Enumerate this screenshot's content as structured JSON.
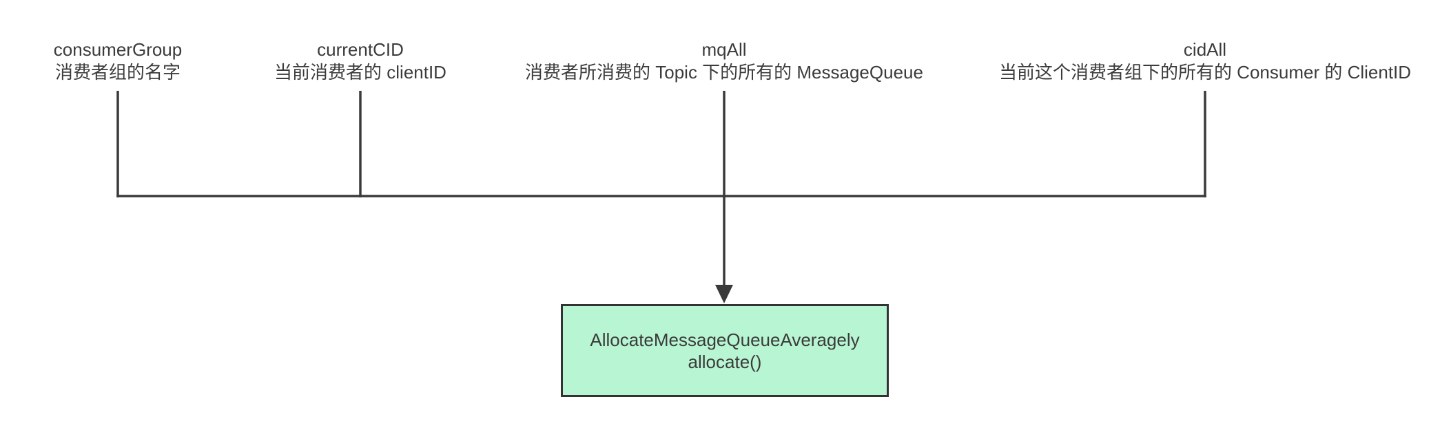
{
  "diagram": {
    "type": "parameter-flow-diagram",
    "parameters": [
      {
        "name": "consumerGroup",
        "desc": "消费者组的名字"
      },
      {
        "name": "currentCID",
        "desc": "当前消费者的 clientID"
      },
      {
        "name": "mqAll",
        "desc": "消费者所消费的 Topic 下的所有的 MessageQueue"
      },
      {
        "name": "cidAll",
        "desc": "当前这个消费者组下的所有的 Consumer 的 ClientID"
      }
    ],
    "target": {
      "class_name": "AllocateMessageQueueAveragely",
      "method": "allocate()"
    },
    "colors": {
      "line": "#3a3a3a",
      "box_fill": "#b8f6d3",
      "box_border": "#333333",
      "text": "#3b3b3b",
      "background": "#ffffff"
    }
  }
}
